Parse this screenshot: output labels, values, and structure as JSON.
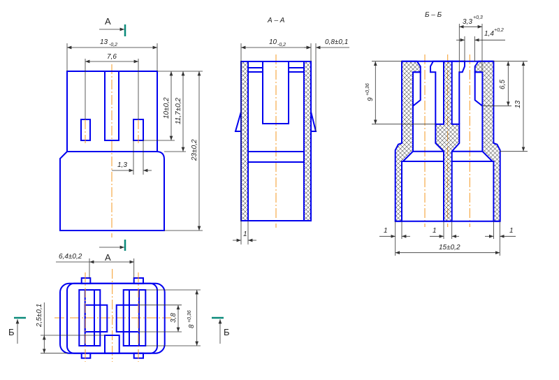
{
  "colors": {
    "outline": "#0000ee",
    "centerline": "#f59a23",
    "section_mark": "#0a8a7a",
    "dimension": "#333333"
  },
  "front_view": {
    "section_mark": "А",
    "dims": {
      "width": "13",
      "width_tol": "-0,2",
      "pin_spacing": "7,6",
      "slot_depth": "10±0,2",
      "upper_height": "11,7±0,2",
      "total_height": "23±0,2",
      "pin_width": "1,3"
    }
  },
  "section_aa": {
    "title": "А – А",
    "dims": {
      "width": "10",
      "width_tol": "-0,2",
      "latch": "0,8±0,1",
      "wall": "1"
    }
  },
  "section_bb": {
    "title": "Б – Б",
    "dims": {
      "gap": "3,3",
      "gap_tol": "+0,3",
      "slot": "1,4",
      "slot_tol": "+0,2",
      "depth": "9",
      "depth_tol": "+0,36",
      "cavity": "6,5",
      "height": "13",
      "wall_left": "1",
      "rib": "1",
      "wall_right": "1",
      "width": "15±0,2"
    }
  },
  "top_view": {
    "section_mark_a": "А",
    "section_mark_b": "Б",
    "dims": {
      "pin_spacing": "6,4±0,2",
      "offset": "2,5±0,1",
      "window": "3,8",
      "inner": "8",
      "inner_tol": "+0,36"
    }
  }
}
